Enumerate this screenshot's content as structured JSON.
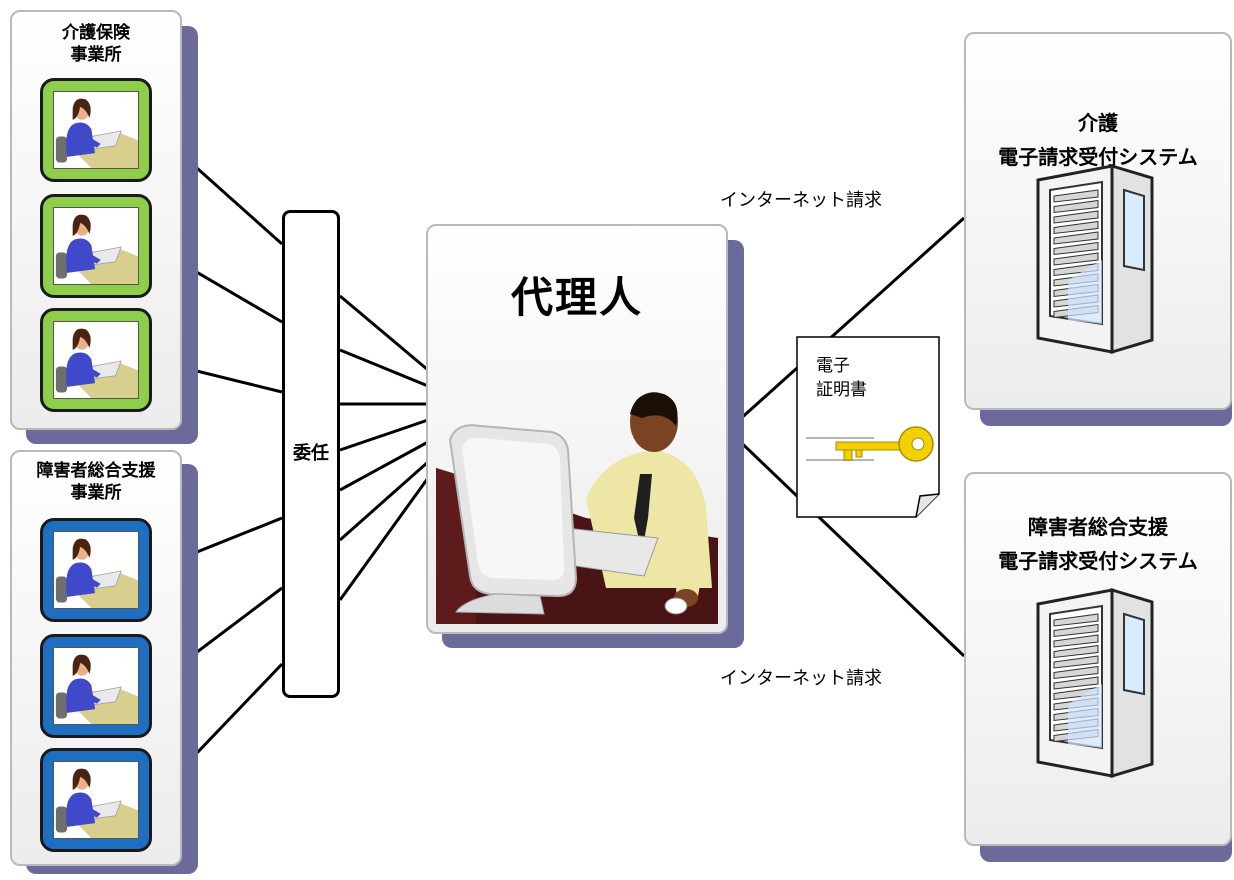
{
  "groups": {
    "kaigo": {
      "label_line1": "介護保険",
      "label_line2": "事業所",
      "tile_color": "#8fce4a"
    },
    "shogai": {
      "label_line1": "障害者総合支援",
      "label_line2": "事業所",
      "tile_color": "#1e6fc2"
    }
  },
  "delegation_label": "委任",
  "agent": {
    "title": "代理人"
  },
  "certificate": {
    "line1": "電子",
    "line2": "証明書"
  },
  "internet_label_top": "インターネット請求",
  "internet_label_bottom": "インターネット請求",
  "systems": {
    "kaigo": {
      "line1": "介護",
      "line2": "電子請求受付システム"
    },
    "shogai": {
      "line1": "障害者総合支援",
      "line2": "電子請求受付システム"
    }
  },
  "colors": {
    "shadow": "#6c6a9a",
    "key": "#f5d000"
  },
  "icons": {
    "office_worker": "woman-at-desk-icon",
    "agent": "man-at-computer-icon",
    "server": "server-rack-icon",
    "key": "key-icon"
  }
}
